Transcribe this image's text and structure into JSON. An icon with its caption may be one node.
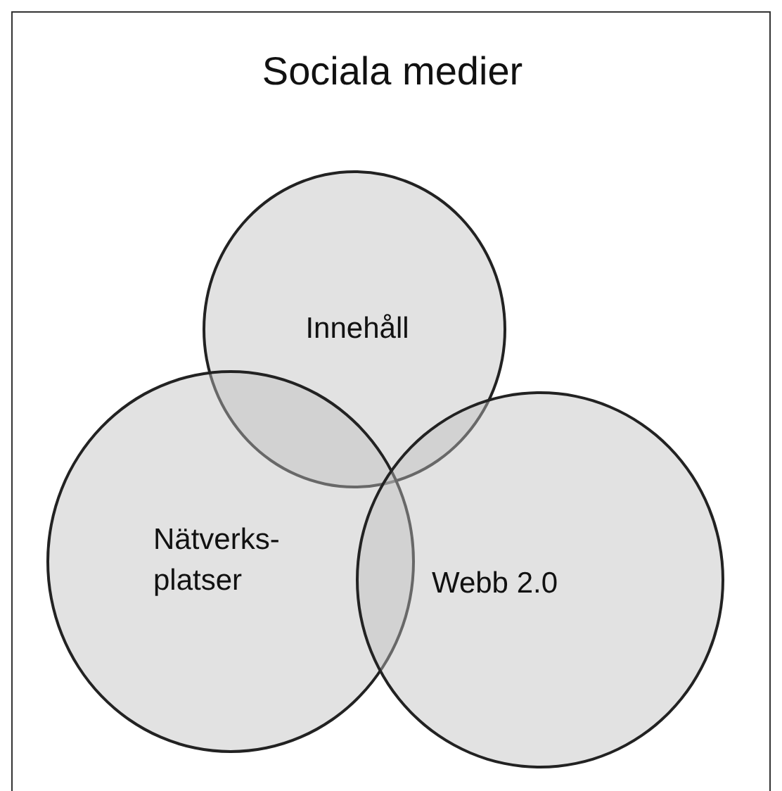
{
  "diagram": {
    "nodes": [
      {
        "text": [
          "Sociala medier"
        ]
      },
      {
        "text": [
          "Innehåll"
        ],
        "in": 0
      },
      {
        "text": [
          "Nätverks- platser"
        ],
        "in": 0
      },
      {
        "text": [
          "Webb 2.0"
        ],
        "in": 0
      }
    ],
    "edges": []
  }
}
